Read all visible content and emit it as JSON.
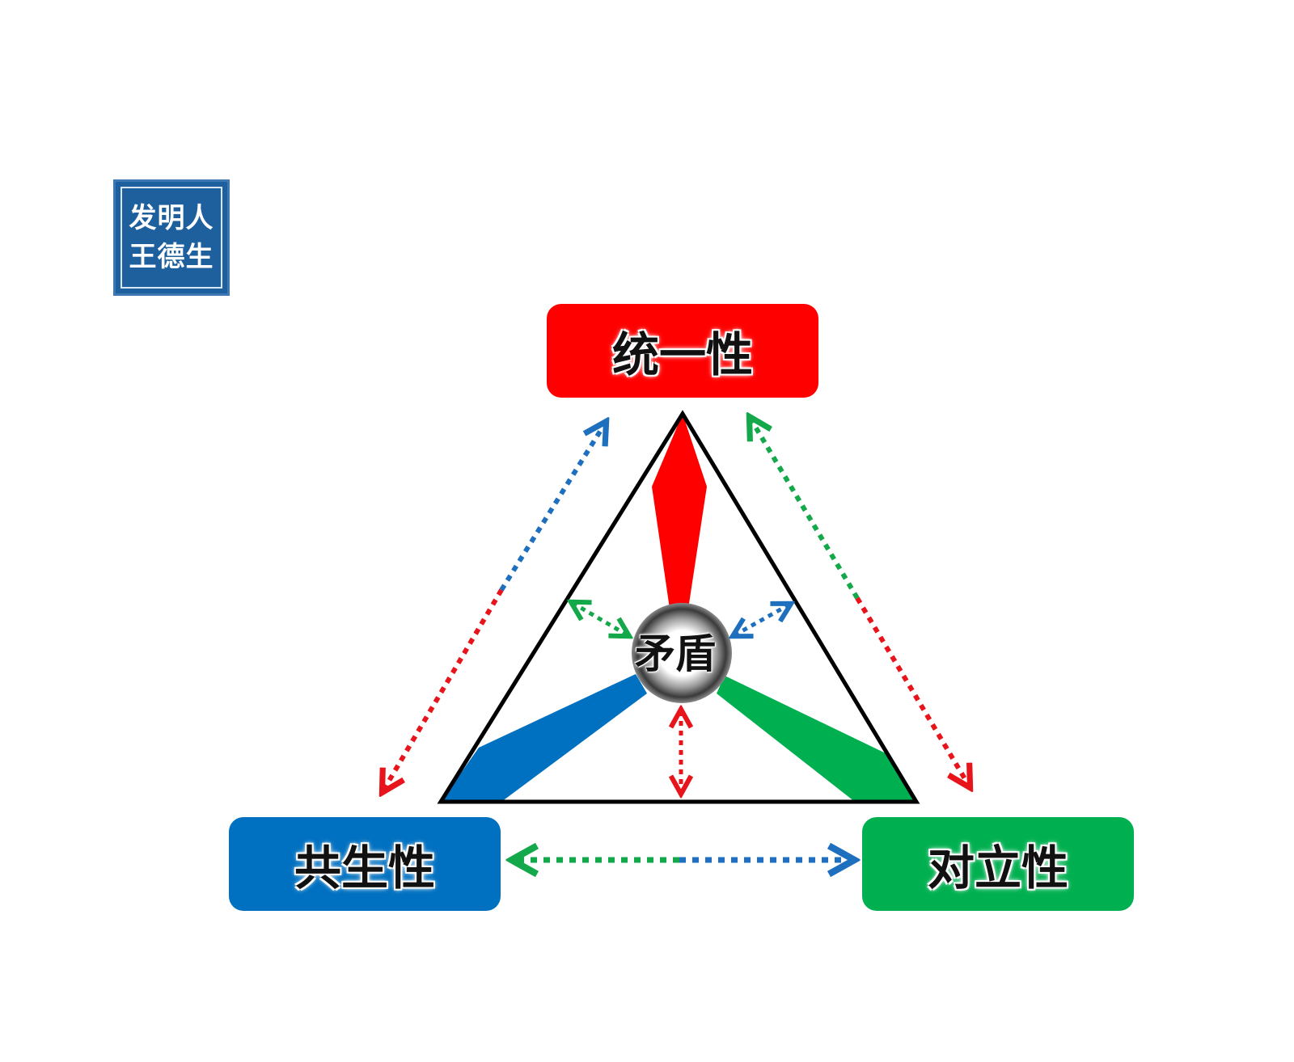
{
  "stamp": {
    "line1": "发明人",
    "line2": "王德生",
    "color": "#1e5f9e"
  },
  "nodes": {
    "top": {
      "label": "统一性",
      "color": "#ff0000"
    },
    "left": {
      "label": "共生性",
      "color": "#0070c0"
    },
    "right": {
      "label": "对立性",
      "color": "#00b050"
    }
  },
  "center": {
    "label": "矛盾"
  }
}
